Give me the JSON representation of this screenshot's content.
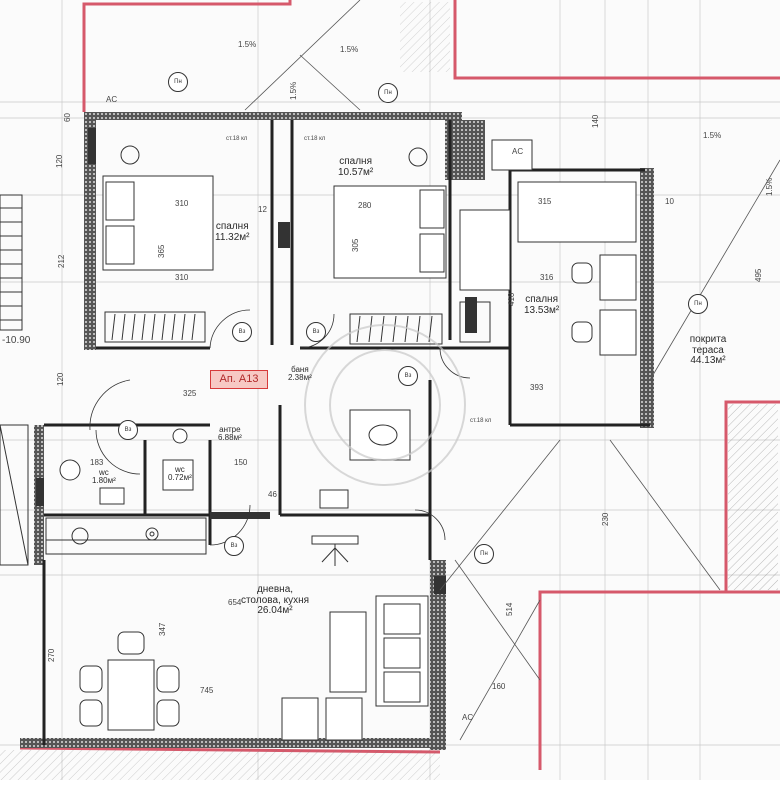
{
  "apartment": {
    "label": "Ап. А13"
  },
  "rooms": [
    {
      "key": "bedroom1",
      "name": "спалня",
      "area": "11.32м²"
    },
    {
      "key": "bedroom2",
      "name": "спалня",
      "area": "10.57м²"
    },
    {
      "key": "bedroom3",
      "name": "спалня",
      "area": "13.53м²"
    },
    {
      "key": "entrance",
      "name": "антре",
      "area": "6.88м²"
    },
    {
      "key": "bath",
      "name": "баня",
      "area": "2.38м²"
    },
    {
      "key": "wc1",
      "name": "wc",
      "area": "1.80м²"
    },
    {
      "key": "wc2",
      "name": "wc",
      "area": "0.72м²"
    },
    {
      "key": "living",
      "name": "дневна, столова, кухня",
      "area": "26.04м²"
    },
    {
      "key": "terrace",
      "name": "покрита тераса",
      "area": "44.13м²"
    }
  ],
  "dimensions": [
    "310",
    "365",
    "310",
    "280",
    "305",
    "315",
    "316",
    "410",
    "393",
    "325",
    "150",
    "183",
    "46",
    "654",
    "745",
    "347",
    "270",
    "230",
    "495",
    "514",
    "160",
    "120",
    "212",
    "60",
    "12",
    "10",
    "120",
    "140"
  ],
  "slopes": [
    "1.5%",
    "1.5%",
    "1.5%",
    "1.5%",
    "1.5%"
  ],
  "markers": [
    "Пн",
    "Пн",
    "Пн",
    "Пн",
    "Вз",
    "Вз",
    "Вз",
    "Вз",
    "Вз",
    "AC",
    "AC",
    "AC"
  ],
  "column_ref": "-10.90",
  "pipe_labels": [
    "ст.18 кл",
    "ст.18 кл",
    "ст.18 кл"
  ],
  "colors": {
    "wall": "#222222",
    "outline": "#d6596b",
    "badge_fill": "#f7c9c4",
    "hatch": "#888888"
  }
}
